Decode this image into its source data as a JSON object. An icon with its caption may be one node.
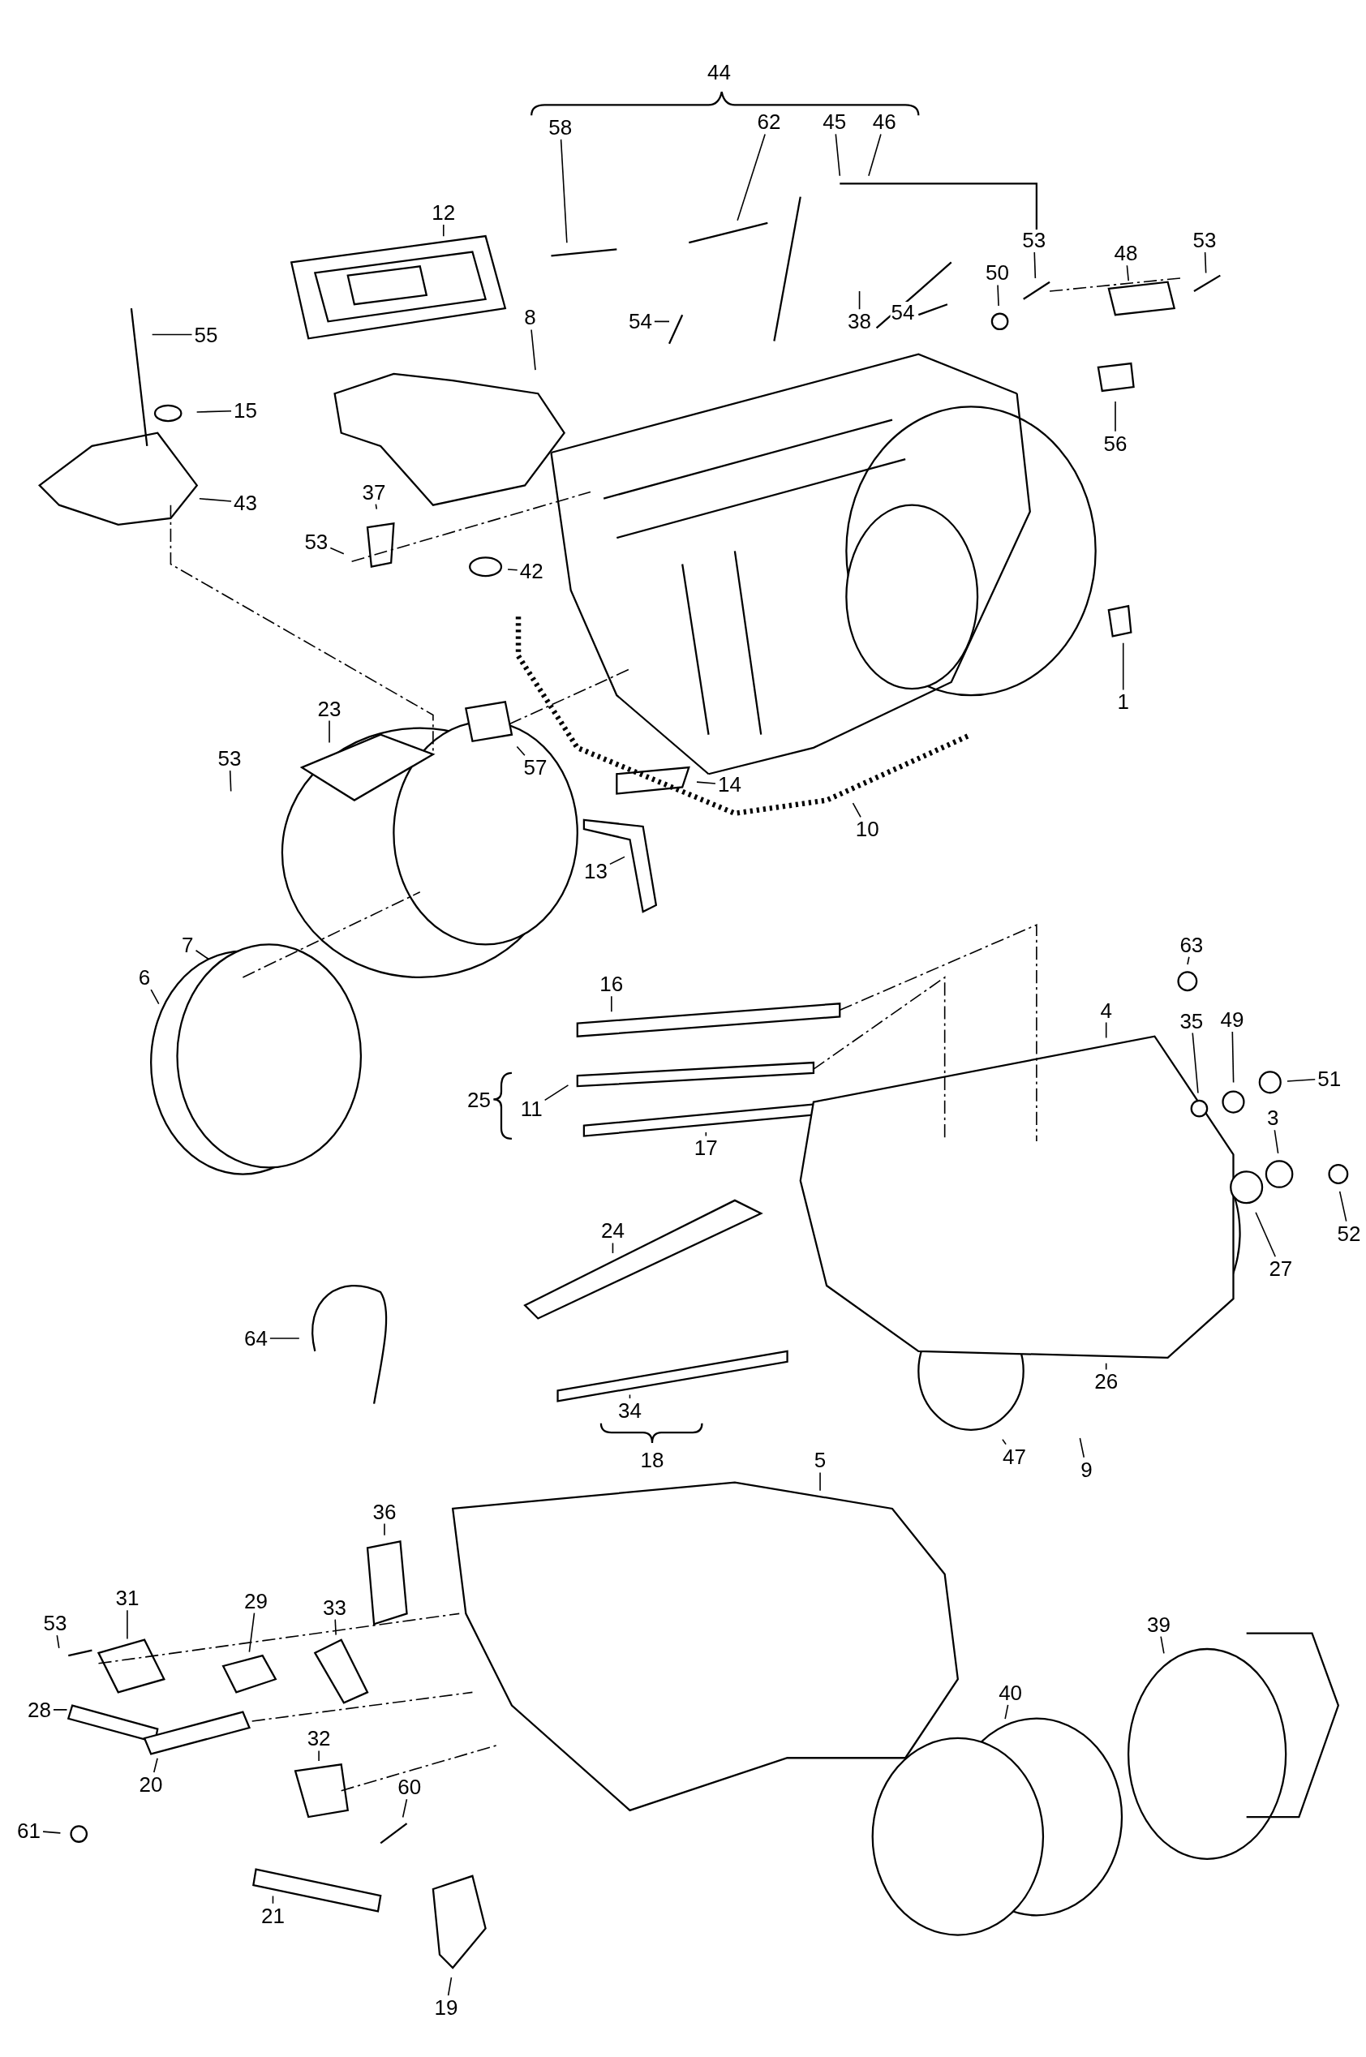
{
  "diagram": {
    "nodes": [
      {
        "text": [
          "58"
        ]
      },
      {
        "text": [
          "62"
        ]
      },
      {
        "text": [
          "45"
        ]
      },
      {
        "text": [
          "46"
        ]
      },
      {
        "text": [
          "12"
        ]
      },
      {
        "text": [
          "53"
        ]
      },
      {
        "text": [
          "48"
        ]
      },
      {
        "text": [
          "53"
        ]
      },
      {
        "text": [
          "55"
        ]
      },
      {
        "text": [
          "50"
        ]
      },
      {
        "text": [
          "54"
        ]
      },
      {
        "text": [
          "38"
        ]
      },
      {
        "text": [
          "54"
        ]
      },
      {
        "text": [
          "8"
        ]
      },
      {
        "text": [
          "15"
        ]
      },
      {
        "text": [
          "56"
        ]
      },
      {
        "text": [
          "43"
        ]
      },
      {
        "text": [
          "37"
        ]
      },
      {
        "text": [
          "53"
        ]
      },
      {
        "text": [
          "42"
        ]
      },
      {
        "text": [
          "1"
        ]
      },
      {
        "text": [
          "23"
        ]
      },
      {
        "text": [
          "53"
        ]
      },
      {
        "text": [
          "57"
        ]
      },
      {
        "text": [
          "14"
        ]
      },
      {
        "text": [
          "10"
        ]
      },
      {
        "text": [
          "13"
        ]
      },
      {
        "text": [
          "7"
        ]
      },
      {
        "text": [
          "6"
        ]
      },
      {
        "text": [
          "63"
        ]
      },
      {
        "text": [
          "16"
        ]
      },
      {
        "text": [
          "4"
        ]
      },
      {
        "text": [
          "35"
        ]
      },
      {
        "text": [
          "49"
        ]
      },
      {
        "text": [
          "51"
        ]
      },
      {
        "text": [
          "11"
        ]
      },
      {
        "text": [
          "3"
        ]
      },
      {
        "text": [
          "17"
        ]
      },
      {
        "text": [
          "24"
        ]
      },
      {
        "text": [
          "27"
        ]
      },
      {
        "text": [
          "52"
        ]
      },
      {
        "text": [
          "64"
        ]
      },
      {
        "text": [
          "26"
        ]
      },
      {
        "text": [
          "34"
        ]
      },
      {
        "text": [
          "47"
        ]
      },
      {
        "text": [
          "9"
        ]
      },
      {
        "text": [
          "5"
        ]
      },
      {
        "text": [
          "36"
        ]
      },
      {
        "text": [
          "31"
        ]
      },
      {
        "text": [
          "29"
        ]
      },
      {
        "text": [
          "33"
        ]
      },
      {
        "text": [
          "53"
        ]
      },
      {
        "text": [
          "28"
        ]
      },
      {
        "text": [
          "39"
        ]
      },
      {
        "text": [
          "40"
        ]
      },
      {
        "text": [
          "32"
        ]
      },
      {
        "text": [
          "20"
        ]
      },
      {
        "text": [
          "60"
        ]
      },
      {
        "text": [
          "61"
        ]
      },
      {
        "text": [
          "21"
        ]
      },
      {
        "text": [
          "19"
        ]
      }
    ],
    "edges": [
      {
        "from": 0,
        "to": null,
        "arrow": "none"
      },
      {
        "from": 1,
        "to": null,
        "arrow": "none"
      },
      {
        "from": 2,
        "to": null,
        "arrow": "none"
      },
      {
        "from": 3,
        "to": null,
        "arrow": "none"
      },
      {
        "from": 4,
        "to": null,
        "arrow": "none"
      },
      {
        "from": 5,
        "to": null,
        "arrow": "none"
      },
      {
        "from": 6,
        "to": null,
        "arrow": "none"
      },
      {
        "from": 7,
        "to": null,
        "arrow": "none"
      },
      {
        "from": 8,
        "to": null,
        "arrow": "none"
      },
      {
        "from": 9,
        "to": null,
        "arrow": "none"
      },
      {
        "from": 10,
        "to": null,
        "arrow": "none"
      },
      {
        "from": 11,
        "to": null,
        "arrow": "none"
      },
      {
        "from": 12,
        "to": null,
        "arrow": "none"
      },
      {
        "from": 13,
        "to": null,
        "arrow": "none"
      },
      {
        "from": 14,
        "to": null,
        "arrow": "none"
      },
      {
        "from": 15,
        "to": null,
        "arrow": "none"
      },
      {
        "from": 16,
        "to": null,
        "arrow": "none"
      },
      {
        "from": 17,
        "to": null,
        "arrow": "none"
      },
      {
        "from": 18,
        "to": null,
        "arrow": "none"
      },
      {
        "from": 19,
        "to": null,
        "arrow": "none"
      },
      {
        "from": 20,
        "to": null,
        "arrow": "none"
      },
      {
        "from": 21,
        "to": null,
        "arrow": "none"
      },
      {
        "from": 22,
        "to": null,
        "arrow": "none"
      },
      {
        "from": 23,
        "to": null,
        "arrow": "none"
      },
      {
        "from": 24,
        "to": null,
        "arrow": "none"
      },
      {
        "from": 25,
        "to": null,
        "arrow": "none"
      },
      {
        "from": 26,
        "to": null,
        "arrow": "none"
      },
      {
        "from": 27,
        "to": null,
        "arrow": "none"
      },
      {
        "from": 28,
        "to": null,
        "arrow": "none"
      },
      {
        "from": 29,
        "to": null,
        "arrow": "none"
      },
      {
        "from": 30,
        "to": null,
        "arrow": "none"
      },
      {
        "from": 31,
        "to": null,
        "arrow": "none"
      },
      {
        "from": 32,
        "to": null,
        "arrow": "none"
      },
      {
        "from": 33,
        "to": null,
        "arrow": "none"
      },
      {
        "from": 34,
        "to": null,
        "arrow": "none"
      },
      {
        "from": 35,
        "to": null,
        "arrow": "none"
      },
      {
        "from": 36,
        "to": null,
        "arrow": "none"
      },
      {
        "from": 37,
        "to": null,
        "arrow": "none"
      },
      {
        "from": 38,
        "to": null,
        "arrow": "none"
      },
      {
        "from": 39,
        "to": null,
        "arrow": "none"
      },
      {
        "from": 40,
        "to": null,
        "arrow": "none"
      },
      {
        "from": 41,
        "to": null,
        "arrow": "none"
      },
      {
        "from": 42,
        "to": null,
        "arrow": "none"
      },
      {
        "from": 43,
        "to": null,
        "arrow": "none"
      },
      {
        "from": 44,
        "to": null,
        "arrow": "none"
      },
      {
        "from": 45,
        "to": null,
        "arrow": "none"
      },
      {
        "from": 46,
        "to": null,
        "arrow": "none"
      },
      {
        "from": 47,
        "to": null,
        "arrow": "none"
      },
      {
        "from": 48,
        "to": null,
        "arrow": "none"
      },
      {
        "from": 49,
        "to": null,
        "arrow": "none"
      },
      {
        "from": 50,
        "to": null,
        "arrow": "none"
      },
      {
        "from": 51,
        "to": null,
        "arrow": "none"
      },
      {
        "from": 52,
        "to": null,
        "arrow": "none"
      },
      {
        "from": 53,
        "to": null,
        "arrow": "none"
      },
      {
        "from": 54,
        "to": null,
        "arrow": "none"
      },
      {
        "from": 55,
        "to": null,
        "arrow": "none"
      },
      {
        "from": 56,
        "to": null,
        "arrow": "none"
      },
      {
        "from": 57,
        "to": null,
        "arrow": "none"
      },
      {
        "from": 58,
        "to": null,
        "arrow": "none"
      },
      {
        "from": 59,
        "to": null,
        "arrow": "none"
      },
      {
        "from": 60,
        "to": null,
        "arrow": "none"
      }
    ],
    "labels": [
      "44",
      "25",
      "18"
    ]
  }
}
